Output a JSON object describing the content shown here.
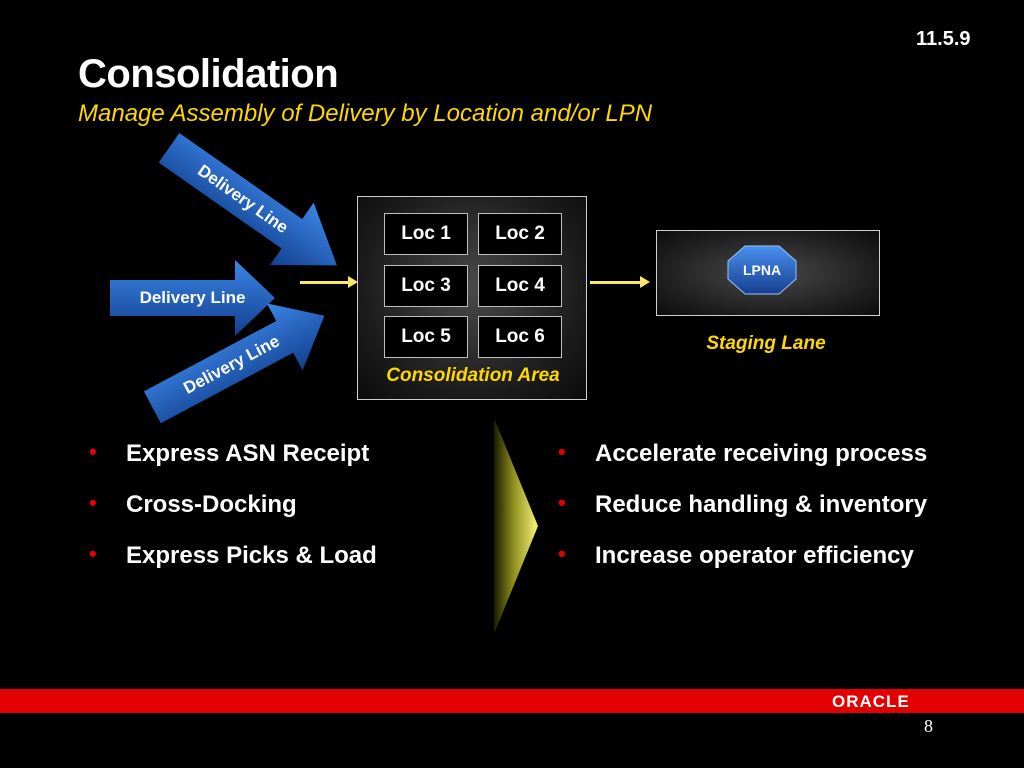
{
  "slide": {
    "version": "11.5.9",
    "title": "Consolidation",
    "subtitle": "Manage Assembly of Delivery by Location and/or LPN",
    "page_number": "8",
    "logo_text": "ORACLE"
  },
  "diagram": {
    "arrows": [
      {
        "label": "Delivery Line"
      },
      {
        "label": "Delivery Line"
      },
      {
        "label": "Delivery Line"
      }
    ],
    "consolidation_area": {
      "label": "Consolidation Area",
      "locations": [
        "Loc 1",
        "Loc 2",
        "Loc 3",
        "Loc 4",
        "Loc 5",
        "Loc 6"
      ]
    },
    "staging": {
      "label": "Staging Lane",
      "lpn": "LPNA"
    }
  },
  "features": [
    "Express ASN Receipt",
    "Cross-Docking",
    "Express Picks & Load"
  ],
  "benefits": [
    "Accelerate receiving process",
    "Reduce handling & inventory",
    "Increase operator efficiency"
  ],
  "colors": {
    "background": "#000000",
    "accent_yellow": "#ffd700",
    "footer_red": "#e30000",
    "arrow_blue": "#1f5fc4",
    "lpn_blue": "#1f5fc4"
  }
}
